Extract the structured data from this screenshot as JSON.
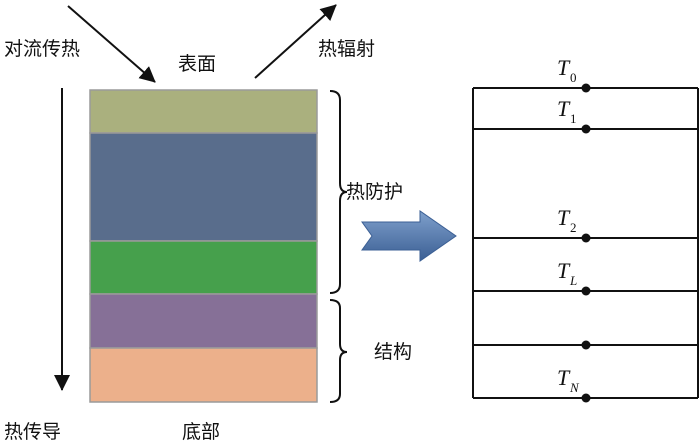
{
  "labels": {
    "convection": "对流传热",
    "surface": "表面",
    "radiation": "热辐射",
    "thermal_protection": "热防护",
    "structure": "结构",
    "conduction": "热传导",
    "bottom": "底部"
  },
  "layers": [
    {
      "name": "layer-1",
      "color": "#aab07e"
    },
    {
      "name": "layer-2",
      "color": "#596d8c"
    },
    {
      "name": "layer-3",
      "color": "#46a04c"
    },
    {
      "name": "layer-4",
      "color": "#867097"
    },
    {
      "name": "layer-5",
      "color": "#ecb08b"
    }
  ],
  "nodes": [
    {
      "main": "T",
      "sub": "0"
    },
    {
      "main": "T",
      "sub": "1"
    },
    {
      "main": "T",
      "sub": "2"
    },
    {
      "main": "T",
      "sub": "L"
    },
    {
      "main": "",
      "sub": ""
    },
    {
      "main": "T",
      "sub": "N"
    }
  ],
  "arrow_color": "#4a6fa5"
}
